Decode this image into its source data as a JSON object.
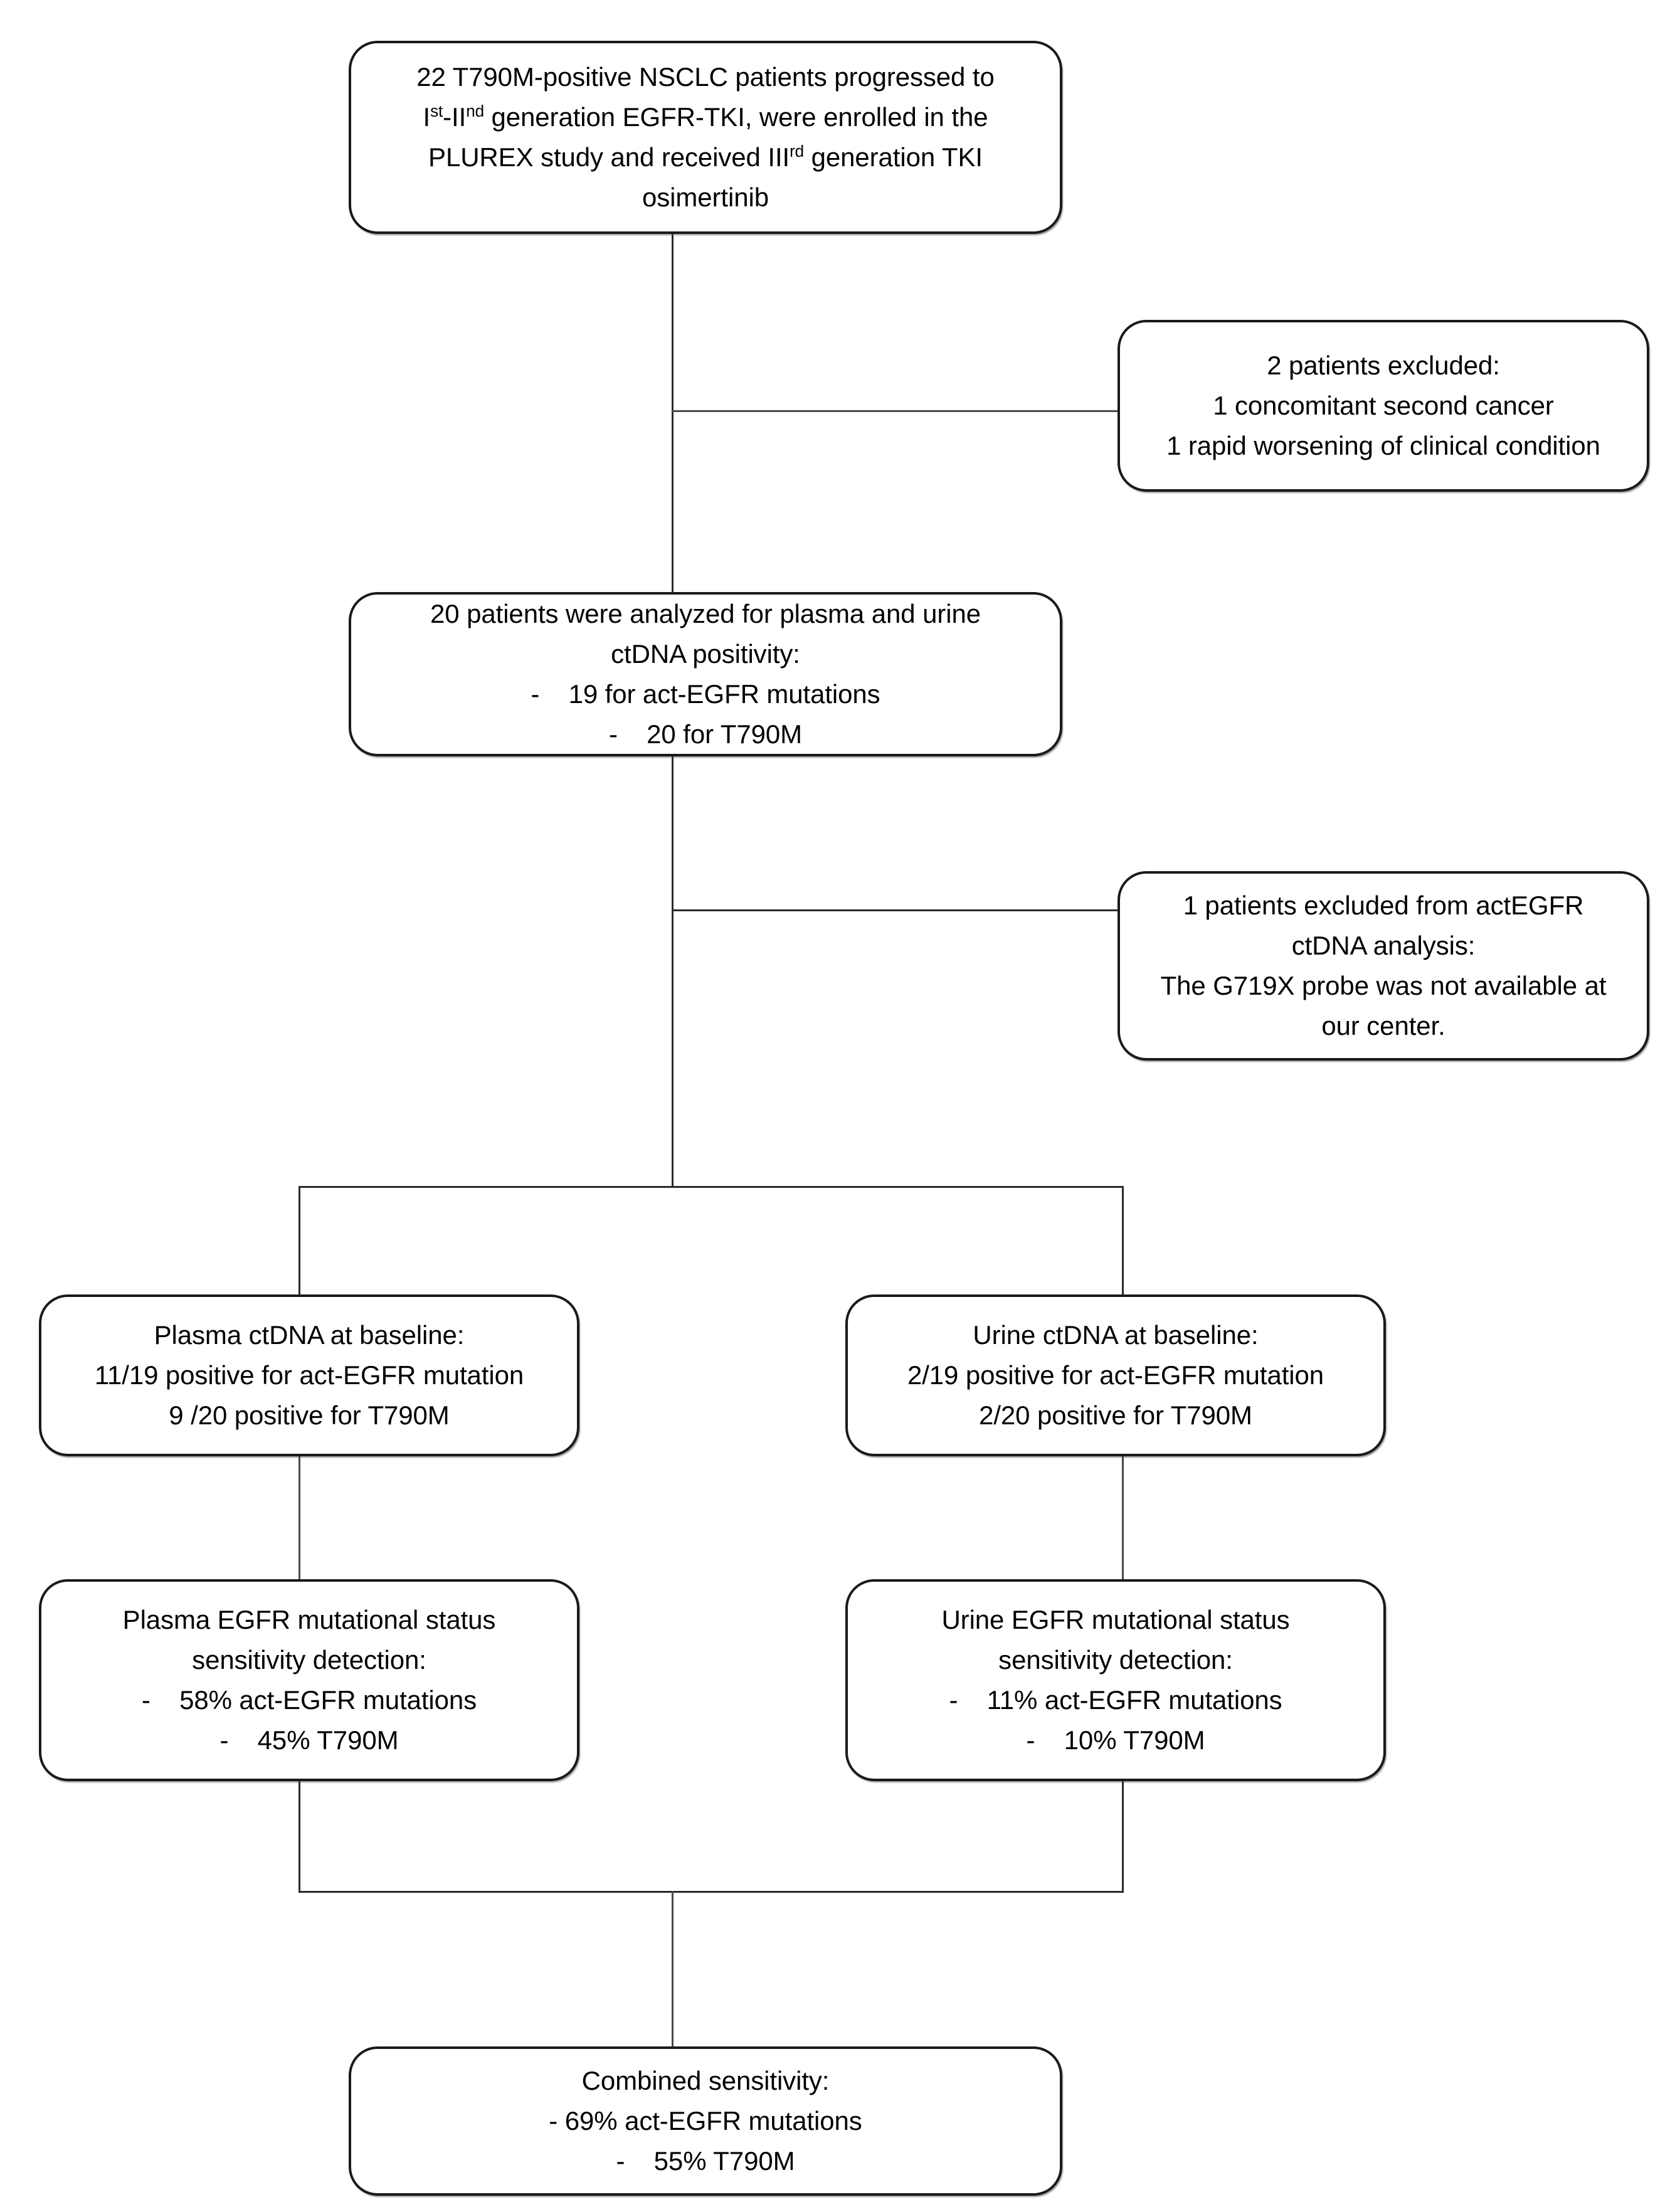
{
  "diagram": {
    "title": "CONSORT-style patient flow diagram for plasma and urine ctDNA EGFR analysis",
    "nodes": {
      "enrollment": {
        "name": "enrollment-box",
        "lines": [
          "22 T790M-positive NSCLC patients progressed to",
          "I<sup>st</sup>-II<sup>nd</sup> generation EGFR-TKI, were enrolled in the",
          "PLUREX study and received III<sup>rd</sup> generation TKI",
          "osimertinib"
        ]
      },
      "excluded_1": {
        "name": "excluded-patients-box",
        "lines": [
          "2 patients excluded:",
          "1 concomitant second cancer",
          "1 rapid worsening of clinical condition"
        ]
      },
      "analyzed": {
        "name": "analyzed-patients-box",
        "lines": [
          "20 patients were analyzed for plasma and urine",
          "ctDNA positivity:",
          "-    19 for act-EGFR mutations",
          "-    20 for T790M"
        ]
      },
      "excluded_2": {
        "name": "excluded-actegfr-box",
        "lines": [
          "1 patients excluded from actEGFR",
          "ctDNA analysis:",
          "The G719X probe was not available at",
          "our center."
        ]
      },
      "plasma_baseline": {
        "name": "plasma-baseline-box",
        "lines": [
          "Plasma ctDNA at baseline:",
          "11/19 positive for act-EGFR mutation",
          "9 /20 positive for T790M"
        ]
      },
      "urine_baseline": {
        "name": "urine-baseline-box",
        "lines": [
          "Urine ctDNA at baseline:",
          "2/19 positive for act-EGFR mutation",
          "2/20 positive for T790M"
        ]
      },
      "plasma_sensitivity": {
        "name": "plasma-sensitivity-box",
        "lines": [
          "Plasma EGFR mutational status",
          "sensitivity detection:",
          "-    58% act-EGFR mutations",
          "-    45% T790M"
        ]
      },
      "urine_sensitivity": {
        "name": "urine-sensitivity-box",
        "lines": [
          "Urine EGFR mutational status",
          "sensitivity detection:",
          "-    11% act-EGFR mutations",
          "-    10% T790M"
        ]
      },
      "combined": {
        "name": "combined-sensitivity-box",
        "lines": [
          "Combined sensitivity:",
          "- 69% act-EGFR mutations",
          "-    55% T790M"
        ]
      }
    },
    "colors": {
      "box_border": "#1a1a1a",
      "connector": "#4a4a4a",
      "text": "#000000",
      "background": "#ffffff"
    }
  }
}
